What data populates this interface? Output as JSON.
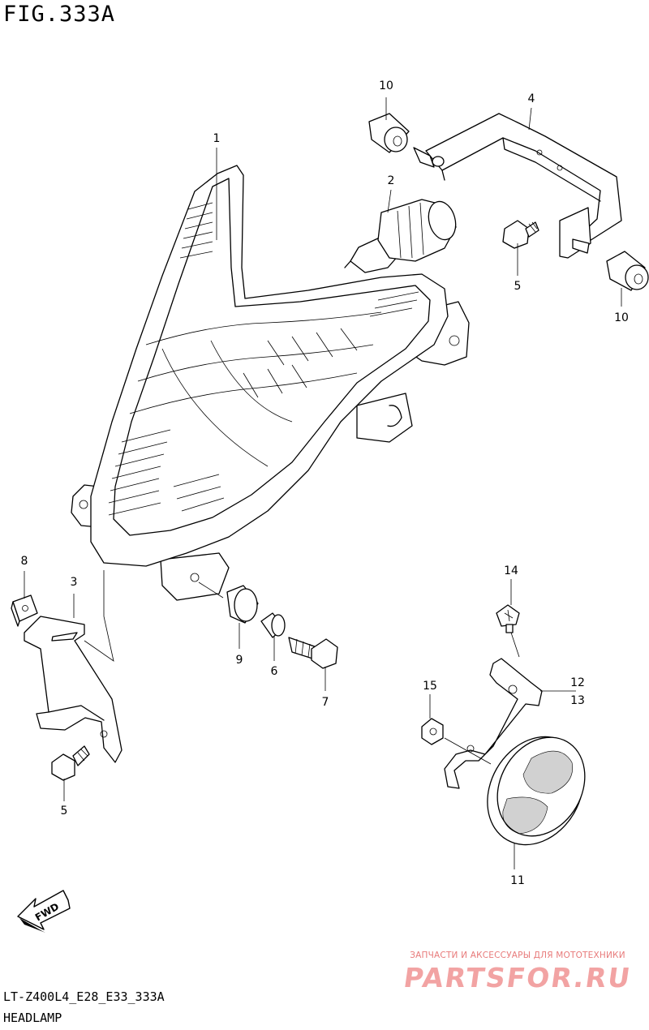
{
  "figure": {
    "title": "FIG.333A",
    "model_code": "LT-Z400L4_E28_E33_333A",
    "section_name": "HEADLAMP"
  },
  "callouts": [
    {
      "id": "c1",
      "label": "1"
    },
    {
      "id": "c2",
      "label": "2"
    },
    {
      "id": "c3",
      "label": "3"
    },
    {
      "id": "c4",
      "label": "4"
    },
    {
      "id": "c5a",
      "label": "5"
    },
    {
      "id": "c5b",
      "label": "5"
    },
    {
      "id": "c6",
      "label": "6"
    },
    {
      "id": "c7",
      "label": "7"
    },
    {
      "id": "c8",
      "label": "8"
    },
    {
      "id": "c9",
      "label": "9"
    },
    {
      "id": "c10a",
      "label": "10"
    },
    {
      "id": "c10b",
      "label": "10"
    },
    {
      "id": "c11",
      "label": "11"
    },
    {
      "id": "c12",
      "label": "12"
    },
    {
      "id": "c13",
      "label": "13"
    },
    {
      "id": "c14",
      "label": "14"
    },
    {
      "id": "c15",
      "label": "15"
    }
  ],
  "direction_marker": {
    "label": "FWD"
  },
  "watermark": {
    "tagline": "ЗАПЧАСТИ И АКСЕССУАРЫ ДЛЯ МОТОТЕХНИКИ",
    "logo": "PARTSFOR.RU"
  }
}
